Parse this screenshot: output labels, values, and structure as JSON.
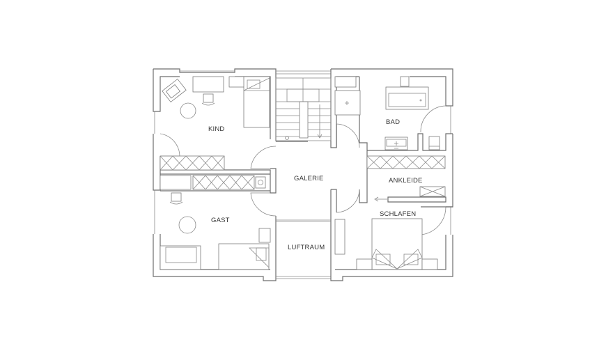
{
  "plan": {
    "rooms": [
      {
        "key": "kind",
        "label": "KIND"
      },
      {
        "key": "galerie",
        "label": "GALERIE"
      },
      {
        "key": "bad",
        "label": "BAD"
      },
      {
        "key": "ankleide",
        "label": "ANKLEIDE"
      },
      {
        "key": "schlafen",
        "label": "SCHLAFEN"
      },
      {
        "key": "gast",
        "label": "GAST"
      },
      {
        "key": "luftraum",
        "label": "LUFTRAUM"
      }
    ],
    "colors": {
      "wall": "#6d6d6d",
      "text": "#333333",
      "background": "#ffffff"
    }
  }
}
